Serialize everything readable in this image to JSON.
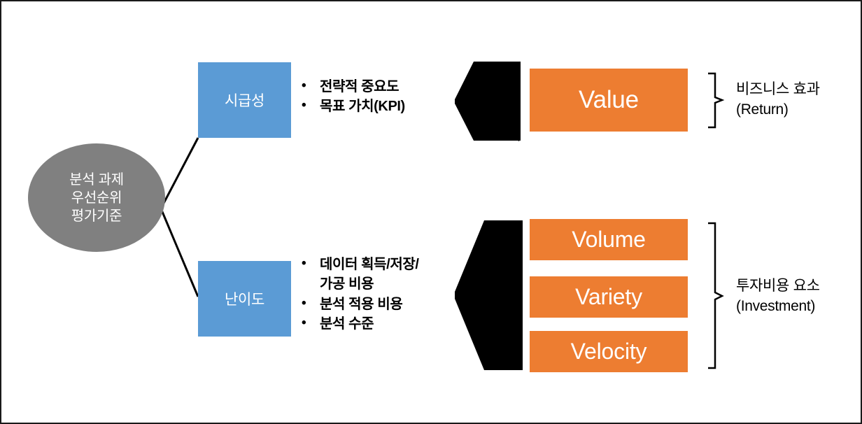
{
  "diagram": {
    "center": {
      "lines": [
        "분석 과제",
        "우선순위",
        "평가기준"
      ]
    },
    "branches": [
      {
        "key": "urgency",
        "box_label": "시급성",
        "bullets": [
          {
            "lines": [
              "전략적 중요도"
            ]
          },
          {
            "lines": [
              "목표 가치(KPI)"
            ]
          }
        ],
        "chevron": "chevron-left-icon",
        "factors": [
          {
            "label": "Value"
          }
        ],
        "group_label": {
          "korean": "비즈니스 효과",
          "english": "(Return)"
        }
      },
      {
        "key": "difficulty",
        "box_label": "난이도",
        "bullets": [
          {
            "lines": [
              "데이터 획득/저장/",
              "가공 비용"
            ]
          },
          {
            "lines": [
              "분석 적용 비용"
            ]
          },
          {
            "lines": [
              "분석 수준"
            ]
          }
        ],
        "chevron": "chevron-left-icon",
        "factors": [
          {
            "label": "Volume"
          },
          {
            "label": "Variety"
          },
          {
            "label": "Velocity"
          }
        ],
        "group_label": {
          "korean": "투자비용 요소",
          "english": "(Investment)"
        }
      }
    ],
    "bullet_marker": "•",
    "colors": {
      "center_fill": "#808080",
      "branch_fill": "#5B9BD5",
      "factor_fill": "#ED7D31",
      "chevron_fill": "#000000",
      "connector_stroke": "#000000",
      "bracket_stroke": "#000000",
      "text_on_fill": "#FFFFFF",
      "text_primary": "#000000",
      "background": "#FFFFFF",
      "border": "#1A1A1A"
    }
  }
}
